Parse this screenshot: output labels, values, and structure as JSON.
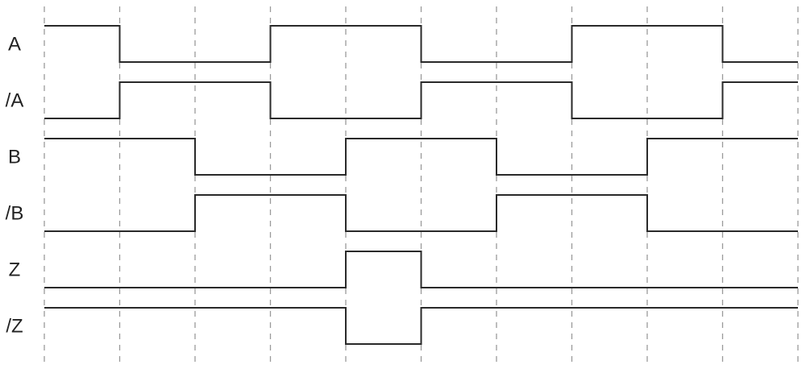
{
  "diagram": {
    "type": "timing-diagram",
    "line_color": "#2a2a2a",
    "grid_color": "#9a9a9a",
    "background": "#ffffff",
    "time_steps": 10,
    "signals": [
      {
        "label": "A",
        "levels": [
          1,
          0,
          0,
          1,
          1,
          0,
          0,
          1,
          1,
          0
        ]
      },
      {
        "label": "/A",
        "levels": [
          0,
          1,
          1,
          0,
          0,
          1,
          1,
          0,
          0,
          1
        ]
      },
      {
        "label": "B",
        "levels": [
          1,
          1,
          0,
          0,
          1,
          1,
          0,
          0,
          1,
          1
        ]
      },
      {
        "label": "/B",
        "levels": [
          0,
          0,
          1,
          1,
          0,
          0,
          1,
          1,
          0,
          0
        ]
      },
      {
        "label": "Z",
        "levels": [
          0,
          0,
          0,
          0,
          1,
          0,
          0,
          0,
          0,
          0
        ]
      },
      {
        "label": "/Z",
        "levels": [
          1,
          1,
          1,
          1,
          0,
          1,
          1,
          1,
          1,
          1
        ]
      }
    ]
  }
}
